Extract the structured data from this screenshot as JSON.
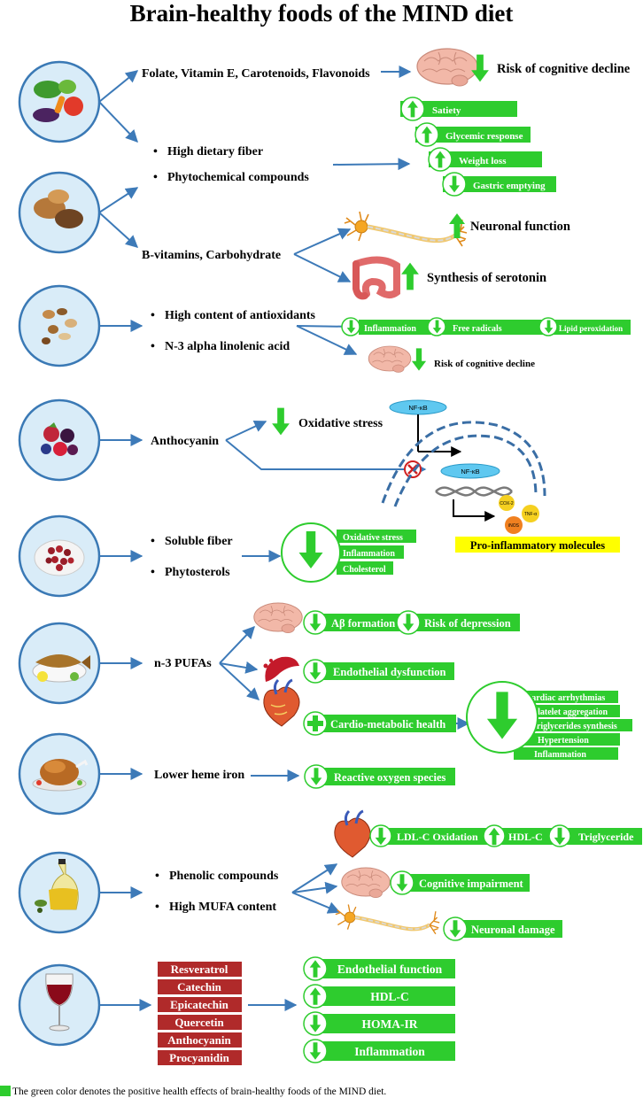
{
  "title": "Brain-healthy foods of the MIND diet",
  "footer": "The green color denotes the positive health effects of brain-healthy foods of the MIND diet.",
  "colors": {
    "green": "#2ecc2e",
    "arrow_blue": "#3d7ab8",
    "circle_bg": "#d9ecf8",
    "circle_border": "#3a79b5",
    "red_box": "#b02a2a",
    "yellow_box": "#ffff00"
  },
  "vegetables": {
    "label_nutrients": "Folate, Vitamin E, Carotenoids, Flavonoids",
    "effect_cognitive": "Risk of cognitive decline",
    "bullet_fiber": "High dietary fiber",
    "bullet_phyto": "Phytochemical compounds",
    "fiber_effects": [
      "Satiety",
      "Glycemic response",
      "Weight loss",
      "Gastric emptying"
    ]
  },
  "grains": {
    "label": "B-vitamins, Carbohydrate",
    "effect_neuronal": "Neuronal function",
    "effect_serotonin": "Synthesis of serotonin"
  },
  "nuts": {
    "bullet_antioxidants": "High content of antioxidants",
    "bullet_n3": "N-3 alpha linolenic acid",
    "effects": [
      "Inflammation",
      "Free radicals",
      "Lipid peroxidation"
    ],
    "effect_cognitive": "Risk of cognitive decline"
  },
  "berries": {
    "label": "Anthocyanin",
    "effect_oxidative": "Oxidative stress",
    "nfkb": "NF-κB",
    "nfkb2": "NF-κB",
    "mol_cox": "COX-2",
    "mol_inos": "iNOS",
    "mol_tnf": "TNF-α",
    "pro_inflammatory": "Pro-inflammatory molecules"
  },
  "beans": {
    "bullet_fiber": "Soluble fiber",
    "bullet_phyto": "Phytosterols",
    "effects": [
      "Oxidative stress",
      "Inflammation",
      "Cholesterol"
    ]
  },
  "fish": {
    "label": "n-3 PUFAs",
    "effect_abeta": "Aβ formation",
    "effect_depression": "Risk of depression",
    "effect_endothelial": "Endothelial dysfunction",
    "effect_cardio": "Cardio-metabolic health",
    "cardio_effects": [
      "Cardiac arrhythmias",
      "Platelet aggregation",
      "Triglycerides synthesis",
      "Hypertension",
      "Inflammation"
    ]
  },
  "poultry": {
    "label": "Lower heme iron",
    "effect_ros": "Reactive oxygen species"
  },
  "olive_oil": {
    "bullet_phenolic": "Phenolic compounds",
    "bullet_mufa": "High MUFA content",
    "effect_ldl": "LDL-C Oxidation",
    "effect_hdl": "HDL-C",
    "effect_tg": "Triglyceride",
    "effect_cognitive": "Cognitive impairment",
    "effect_neuronal": "Neuronal damage"
  },
  "wine": {
    "compounds": [
      "Resveratrol",
      "Catechin",
      "Epicatechin",
      "Quercetin",
      "Anthocyanin",
      "Procyanidin"
    ],
    "effects": [
      "Endothelial function",
      "HDL-C",
      "HOMA-IR",
      "Inflammation"
    ]
  }
}
